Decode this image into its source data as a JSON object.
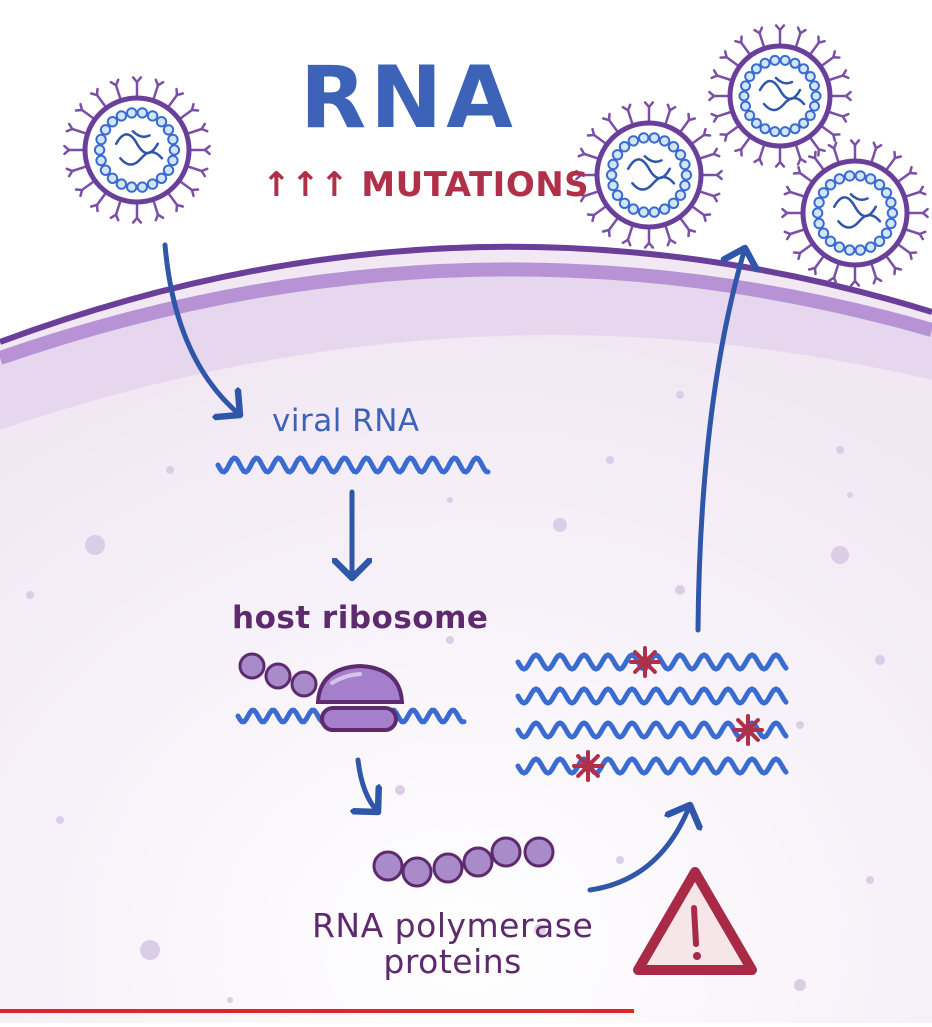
{
  "title": "RNA",
  "mutations_label": "↑↑↑ MUTATIONS",
  "step_labels": {
    "viral_rna": "viral RNA",
    "host_ribosome": "host ribosome",
    "polymerase_line1": "RNA polymerase",
    "polymerase_line2": "proteins"
  },
  "colors": {
    "title_blue": "#3d63b8",
    "mutation_red": "#b03049",
    "membrane_purple": "#8b5fb8",
    "ribosome_purple": "#a57fcc",
    "protein_purple": "#a88bc8",
    "label_purple": "#5e2a6e",
    "cell_fill": "#f3ecf6",
    "progress_red": "#e02525"
  },
  "video_progress_fraction": 0.68,
  "icons": [
    "virus-icon",
    "ribosome-icon",
    "warning-icon",
    "mutation-star-icon"
  ]
}
